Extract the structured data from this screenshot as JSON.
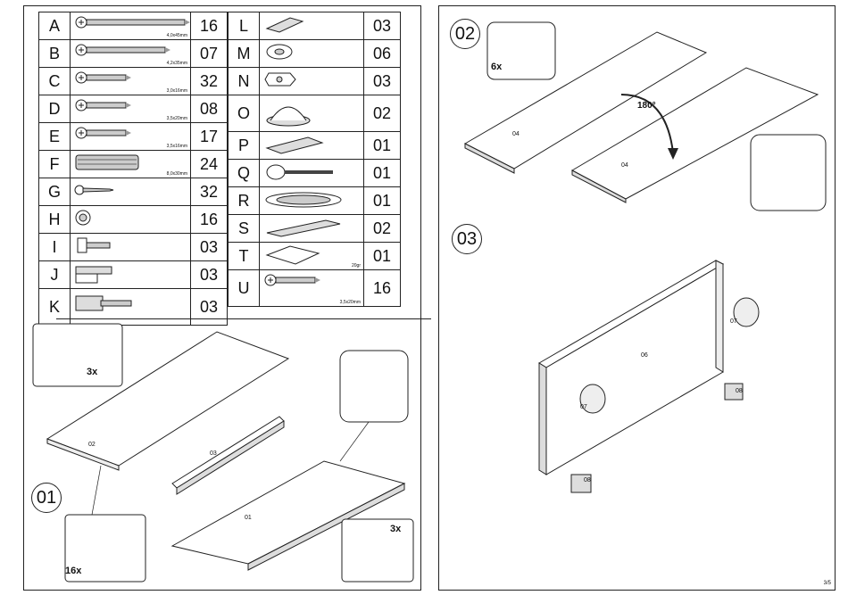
{
  "parts_left": [
    {
      "letter": "A",
      "qty": "16",
      "size": "4,0x45mm",
      "icon": "screw-long-icon"
    },
    {
      "letter": "B",
      "qty": "07",
      "size": "4,2x35mm",
      "icon": "screw-medium-icon"
    },
    {
      "letter": "C",
      "qty": "32",
      "size": "3,0x16mm",
      "icon": "screw-short-icon"
    },
    {
      "letter": "D",
      "qty": "08",
      "size": "3,5x20mm",
      "icon": "screw-short-icon"
    },
    {
      "letter": "E",
      "qty": "17",
      "size": "3,5x16mm",
      "icon": "screw-short-icon"
    },
    {
      "letter": "F",
      "qty": "24",
      "size": "8,0x30mm",
      "icon": "dowel-icon"
    },
    {
      "letter": "G",
      "qty": "32",
      "size": "",
      "icon": "nail-icon"
    },
    {
      "letter": "H",
      "qty": "16",
      "size": "",
      "icon": "cam-lock-icon"
    },
    {
      "letter": "I",
      "qty": "03",
      "size": "",
      "icon": "hinge-small-icon"
    },
    {
      "letter": "J",
      "qty": "03",
      "size": "",
      "icon": "hinge-medium-icon"
    },
    {
      "letter": "K",
      "qty": "03",
      "size": "",
      "icon": "hinge-large-icon"
    }
  ],
  "parts_right": [
    {
      "letter": "L",
      "qty": "03",
      "size": "",
      "icon": "bracket-icon"
    },
    {
      "letter": "M",
      "qty": "06",
      "size": "",
      "icon": "washer-icon"
    },
    {
      "letter": "N",
      "qty": "03",
      "size": "",
      "icon": "plate-icon"
    },
    {
      "letter": "O",
      "qty": "02",
      "size": "",
      "icon": "knob-icon"
    },
    {
      "letter": "P",
      "qty": "01",
      "size": "",
      "icon": "lock-body-icon"
    },
    {
      "letter": "Q",
      "qty": "01",
      "size": "",
      "icon": "key-icon"
    },
    {
      "letter": "R",
      "qty": "01",
      "size": "",
      "icon": "escutcheon-icon"
    },
    {
      "letter": "S",
      "qty": "02",
      "size": "",
      "icon": "catch-plate-icon"
    },
    {
      "letter": "T",
      "qty": "01",
      "size": "20gr",
      "icon": "glue-packet-icon"
    },
    {
      "letter": "U",
      "qty": "16",
      "size": "3,5x20mm",
      "icon": "screw-short-icon"
    }
  ],
  "steps": {
    "s01": "01",
    "s02": "02",
    "s03": "03"
  },
  "labels": {
    "panel_02": "02",
    "panel_03": "03",
    "panel_01": "01",
    "panel_04a": "04",
    "panel_04b": "04",
    "panel_06": "06",
    "panel_07a": "07",
    "panel_07b": "07",
    "panel_08a": "08",
    "panel_08b": "08",
    "mult_3x_a": "3x",
    "mult_3x_b": "3x",
    "mult_16x": "16x",
    "mult_6x": "6x",
    "rotate": "180°",
    "page_number": "3/5"
  }
}
